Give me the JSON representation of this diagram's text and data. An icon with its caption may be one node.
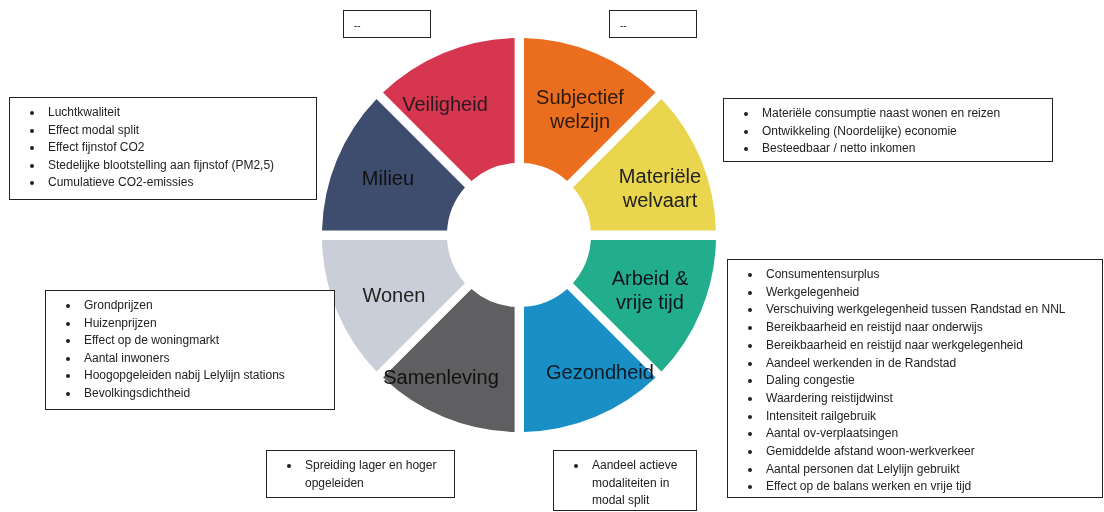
{
  "diagram": {
    "nodes": [
      {
        "text": [
          "Veiligheid"
        ]
      },
      {
        "text": [
          "Subjectief welzijn"
        ]
      },
      {
        "text": [
          "Materiële welvaart"
        ]
      },
      {
        "text": [
          "Arbeid & vrije tijd"
        ]
      },
      {
        "text": [
          "Gezondheid"
        ]
      },
      {
        "text": [
          "Samenleving"
        ]
      },
      {
        "text": [
          "Wonen"
        ]
      },
      {
        "text": [
          "Milieu"
        ]
      },
      {
        "text": [
          "--"
        ]
      },
      {
        "text": [
          "--"
        ]
      },
      {
        "text": [
          "Luchtkwaliteit",
          "Effect modal split",
          "Effect fijnstof CO2",
          "Stedelijke blootstelling aan fijnstof (PM2,5)",
          "Cumulatieve CO2-emissies"
        ]
      },
      {
        "text": [
          "Materiële consumptie naast wonen en reizen",
          "Ontwikkeling (Noordelijke) economie",
          "Besteedbaar / netto inkomen"
        ]
      },
      {
        "text": [
          "Grondprijzen",
          "Huizenprijzen",
          "Effect op de woningmarkt",
          "Aantal inwoners",
          "Hoogopgeleiden nabij Lelylijn stations",
          "Bevolkingsdichtheid"
        ]
      },
      {
        "text": [
          "Consumentensurplus",
          "Werkgelegenheid",
          "Verschuiving werkgelegenheid tussen Randstad en NNL",
          "Bereikbaarheid en reistijd naar onderwijs",
          "Bereikbaarheid en reistijd naar werkgelegenheid",
          "Aandeel werkenden in de Randstad",
          "Daling congestie",
          "Waardering reistijdwinst",
          "Intensiteit railgebruik",
          "Aantal ov-verplaatsingen",
          "Gemiddelde afstand woon-werkverkeer",
          "Aantal personen dat Lelylijn gebruikt",
          "Effect op de balans werken en vrije tijd"
        ]
      },
      {
        "text": [
          "Spreiding lager en hoger opgeleiden"
        ]
      },
      {
        "text": [
          "Aandeel actieve modaliteiten in modal split"
        ]
      }
    ]
  }
}
